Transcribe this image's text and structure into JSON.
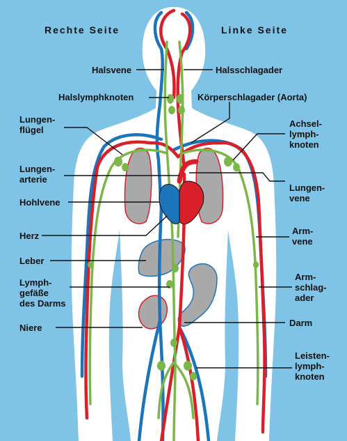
{
  "headings": {
    "right_side": "Rechte Seite",
    "left_side": "Linke Seite"
  },
  "labels": {
    "halsvene": "Halsvene",
    "halsschlagader": "Halsschlagader",
    "halslymphknoten": "Halslymphknoten",
    "aorta": "Körperschlagader (Aorta)",
    "lungenfluegel_1": "Lungen-",
    "lungenfluegel_2": "flügel",
    "achsel_1": "Achsel-",
    "achsel_2": "lymph-",
    "achsel_3": "knoten",
    "lungenarterie_1": "Lungen-",
    "lungenarterie_2": "arterie",
    "lungenvene_1": "Lungen-",
    "lungenvene_2": "vene",
    "hohlvene": "Hohlvene",
    "herz": "Herz",
    "armvene_1": "Arm-",
    "armvene_2": "vene",
    "leber": "Leber",
    "lymphgefaesse_1": "Lymph-",
    "lymphgefaesse_2": "gefäße",
    "lymphgefaesse_3": "des Darms",
    "armschlagader_1": "Arm-",
    "armschlagader_2": "schlag-",
    "armschlagader_3": "ader",
    "niere": "Niere",
    "darm": "Darm",
    "leisten_1": "Leisten-",
    "leisten_2": "lymph-",
    "leisten_3": "knoten"
  },
  "colors": {
    "background": "#7fc4e6",
    "body": "#ffffff",
    "artery": "#d81f2a",
    "vein": "#1c74bb",
    "lymph": "#7ab648",
    "organ": "#a9a9a9",
    "leader": "#111111"
  }
}
